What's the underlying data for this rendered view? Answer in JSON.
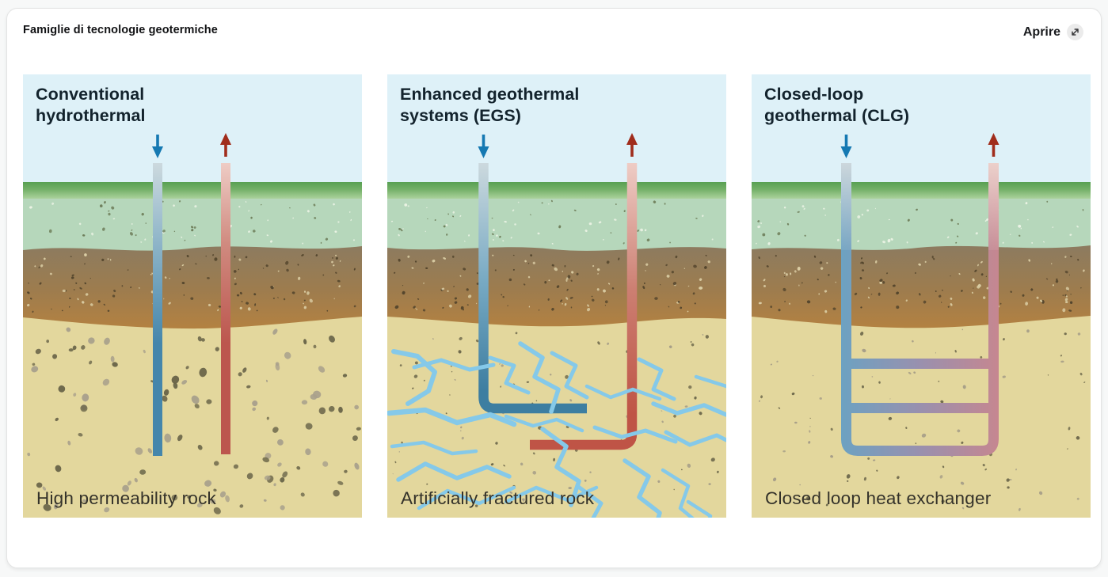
{
  "card": {
    "title": "Famiglie di tecnologie geotermiche",
    "open_action": {
      "label": "Aprire",
      "icon": "open-expand-diagonal-arrow-icon"
    }
  },
  "panels": [
    {
      "id": "conventional-hydrothermal",
      "title": "Conventional\nhydrothermal",
      "caption": "High permeability rock",
      "wells": [
        "injection (cold, down arrow)",
        "production (hot, up arrow)"
      ]
    },
    {
      "id": "enhanced-geothermal-systems",
      "title": "Enhanced geothermal\nsystems (EGS)",
      "caption": "Artificially fractured rock",
      "wells": [
        "injection (cold, down arrow, L-shaped)",
        "production (hot, up arrow, L-shaped)"
      ],
      "features": [
        "artificial fractures between well tips"
      ]
    },
    {
      "id": "closed-loop-geothermal",
      "title": "Closed-loop\ngeothermal (CLG)",
      "caption": "Closed loop heat exchanger",
      "wells": [
        "closed loop: cold leg down, hot leg up, connected by horizontal exchanger rungs"
      ]
    }
  ],
  "colors": {
    "sky": "#def1f8",
    "grass": "#63a458",
    "topsoil_green": "#b6d7bb",
    "subsoil_brown_top": "#8c7b60",
    "subsoil_brown_bottom": "#b28142",
    "bedrock_tan": "#e3d79d",
    "injection_arrow_blue": "#1579b2",
    "production_arrow_red": "#a02d1c",
    "cold_pipe_blue": "#3d7ea1",
    "hot_pipe_red": "#bf5446",
    "fracture_blue": "#85c9e9"
  }
}
